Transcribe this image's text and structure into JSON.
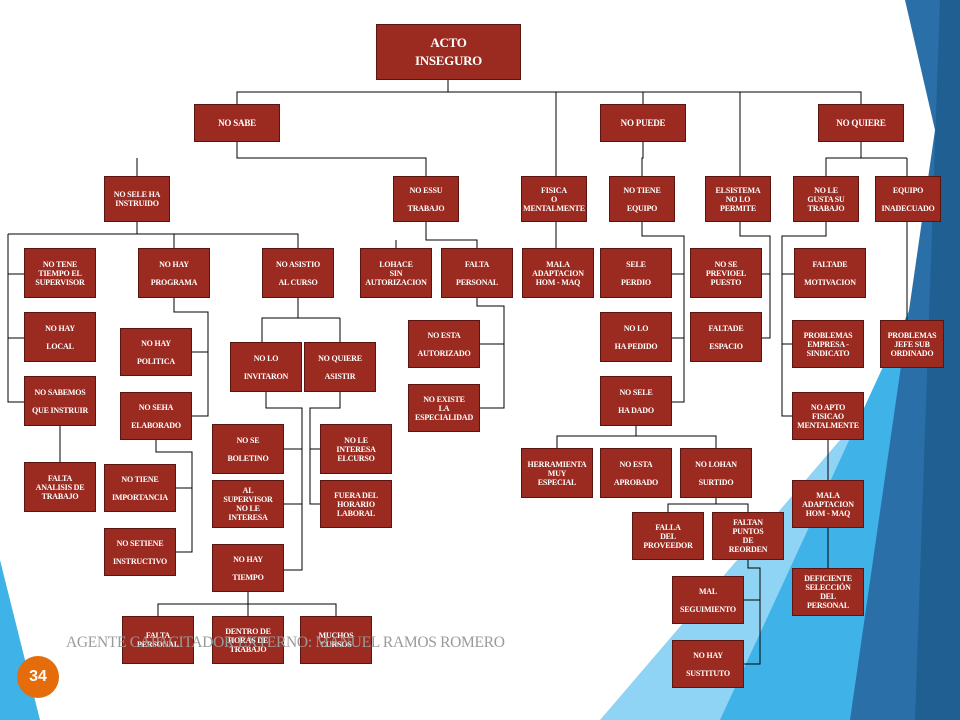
{
  "diagram": {
    "root": "ACTO\nINSEGURO",
    "nodes": {
      "no_sabe": "NO SABE",
      "no_puede": "NO PUEDE",
      "no_quiere": "NO QUIERE",
      "no_se_le_ha_instruido": "NO SELE HA\nINSTRUIDO",
      "no_es_su_trabajo": "NO ESSU\n\nTRABAJO",
      "fisica_mentalmente": "FISICA\nO\nMENTALMENTE",
      "no_tiene_equipo": "NO TIENE\n\nEQUIPO",
      "el_sistema": "ELSISTEMA\nNO LO\nPERMITE",
      "no_le_gusta": "NO LE\nGUSTA SU\nTRABAJO",
      "equipo_inadecuado": "EQUIPO\n\nINADECUADO",
      "no_tiene_tiempo": "NO TENE\nTIEMPO EL\nSUPERVISOR",
      "no_hay_programa": "NO HAY\n\nPROGRAMA",
      "no_asistio": "NO ASISTIO\n\nAL CURSO",
      "lo_hace_sin": "LOHACE\nSIN\nAUTORIZACION",
      "falta_personal_1": "FALTA\n\nPERSONAL",
      "mala_adaptacion_1": "MALA\nADAPTACION\nHOM - MAQ",
      "se_le_perdio": "SELE\n\nPERDIO",
      "no_se_preveo": "NO SE\nPREVIOEL\nPUESTO",
      "falta_motivacion": "FALTADE\n\nMOTIVACION",
      "no_hay_local": "NO HAY\n\nLOCAL",
      "no_hay_politica": "NO HAY\n\nPOLITICA",
      "no_esta_autorizado": "NO ESTA\n\nAUTORIZADO",
      "no_lo_ha_pedido": "NO LO\n\nHA PEDIDO",
      "falta_espacio": "FALTADE\n\nESPACIO",
      "problemas_empresa": "PROBLEMAS\nEMPRESA -\nSINDICATO",
      "problemas_jefe": "PROBLEMAS\nJEFE SUB\nORDINADO",
      "no_lo_invitaron": "NO LO\n\nINVITARON",
      "no_quiere_asistir": "NO QUIERE\n\nASISTIR",
      "no_sabemos": "NO SABEMOS\n\nQUE INSTRUIR",
      "no_se_ha_elaborado": "NO SEHA\n\nELABORADO",
      "no_existe_especialidad": "NO EXISTE\nLA\nESPECIALIDAD",
      "se_le_ha_dado": "NO SELE\n\nHA DADO",
      "no_apto": "NO APTO\nFISICAO\nMENTALMENTE",
      "no_se_boletino": "NO SE\n\nBOLETINO",
      "no_le_interesa_curso": "NO LE\nINTERESA\nELCURSO",
      "herramienta_especial": "HERRAMIENTA\nMUY\nESPECIAL",
      "no_esta_aprobado": "NO ESTA\n\nAPROBADO",
      "no_lo_han_surtido": "NO LOHAN\n\nSURTIDO",
      "falta_analisis": "FALTA\nANALISIS DE\nTRABAJO",
      "no_tiene_importancia": "NO TIENE\n\nIMPORTANCIA",
      "supervisor_no_interesa": "AL\nSUPERVISOR\nNO LE\nINTERESA",
      "fuera_horario": "FUERA DEL\nHORARIO\nLABORAL",
      "mala_adaptacion_2": "MALA\nADAPTACION\nHOM - MAQ",
      "falla_proveedor": "FALLA\nDEL\nPROVEEDOR",
      "faltan_puntos": "FALTAN\nPUNTOS\nDE\nREORDEN",
      "no_se_tiene_instructivo": "NO SETIENE\n\nINSTRUCTIVO",
      "no_hay_tiempo": "NO HAY\n\nTIEMPO",
      "deficiente_seleccion": "DEFICIENTE\nSELECCIÓN\nDEL\nPERSONAL",
      "mal_seguimiento": "MAL\n\nSEGUIMIENTO",
      "falta_personal_2": "FALTA\nPERSONAL",
      "dentro_horas": "DENTRO DE\nHORAS DE\nTRABAJO",
      "muchos_cursos": "MUCHOS\nCURSOS",
      "no_hay_sustituto": "NO HAY\n\nSUSTITUTO"
    }
  },
  "footer": {
    "text": "AGENTE CAPACITADOR EXTERNO: MANUEL RAMOS ROMERO",
    "page_number": "34"
  },
  "colors": {
    "box_fill": "#9b2b21",
    "box_text": "#ffffff",
    "accent_blue": "#1b75bb",
    "accent_light_blue": "#4fc3f7",
    "badge": "#e46c0a"
  }
}
